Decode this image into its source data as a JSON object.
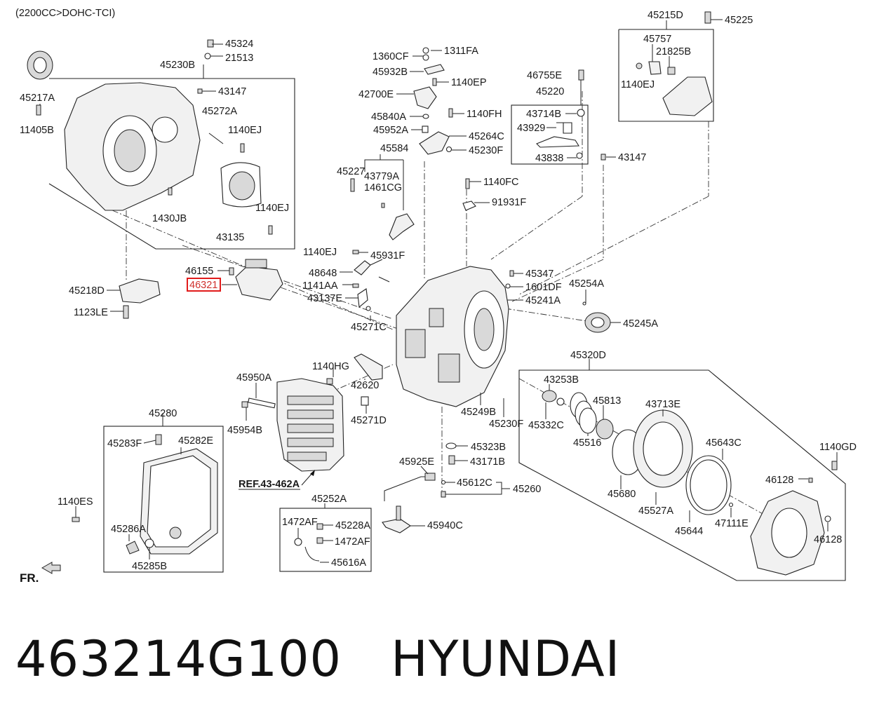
{
  "header": {
    "variant": "(2200CC>DOHC-TCI)",
    "direction": "FR."
  },
  "highlight": {
    "part": "46321",
    "color": "#e11b1b"
  },
  "labels": {
    "p45215D": "45215D",
    "p45225": "45225",
    "p45757": "45757",
    "p21825B": "21825B",
    "p1140EJ_a": "1140EJ",
    "p45324": "45324",
    "p21513": "21513",
    "p45230B": "45230B",
    "p43147_a": "43147",
    "p45217A": "45217A",
    "p11405B": "11405B",
    "p45272A": "45272A",
    "p1140EJ_b": "1140EJ",
    "p1140EJ_c": "1140EJ",
    "p1430JB": "1430JB",
    "p43135": "43135",
    "p1360CF": "1360CF",
    "p1311FA": "1311FA",
    "p45932B": "45932B",
    "p1140EP": "1140EP",
    "p42700E": "42700E",
    "p45840A": "45840A",
    "p1140FH": "1140FH",
    "p45952A": "45952A",
    "p45264C": "45264C",
    "p45584": "45584",
    "p45230F_a": "45230F",
    "p46755E": "46755E",
    "p45220": "45220",
    "p43714B": "43714B",
    "p43929": "43929",
    "p43838": "43838",
    "p43147_b": "43147",
    "p45227": "45227",
    "p43779A": "43779A",
    "p1461CG": "1461CG",
    "p1140FC": "1140FC",
    "p91931F": "91931F",
    "p1140EJ_d": "1140EJ",
    "p45931F": "45931F",
    "p46155": "46155",
    "p46321": "46321",
    "p48648": "48648",
    "p45347": "45347",
    "p45218D": "45218D",
    "p1141AA": "1141AA",
    "p1601DF": "1601DF",
    "p45254A": "45254A",
    "p43137E": "43137E",
    "p45241A": "45241A",
    "p1123LE": "1123LE",
    "p45271C": "45271C",
    "p45245A": "45245A",
    "p45320D": "45320D",
    "p1140HG": "1140HG",
    "p45950A": "45950A",
    "p42620": "42620",
    "p43253B": "43253B",
    "p45813": "45813",
    "p43713E": "43713E",
    "p45249B": "45249B",
    "p45332C": "45332C",
    "p45271D": "45271D",
    "p45230F_b": "45230F",
    "p45516": "45516",
    "p45954B": "45954B",
    "p45280": "45280",
    "p45643C": "45643C",
    "p45283F": "45283F",
    "p45282E": "45282E",
    "p45323B": "45323B",
    "p1140GD": "1140GD",
    "p45925E": "45925E",
    "p43171B": "43171B",
    "p46128_a": "46128",
    "pREF": "REF.43-462A",
    "p45612C": "45612C",
    "p45260": "45260",
    "p45680": "45680",
    "p45252A": "45252A",
    "p1140ES": "1140ES",
    "p45527A": "45527A",
    "p1472AF_a": "1472AF",
    "p45228A": "45228A",
    "p47111E": "47111E",
    "p45940C": "45940C",
    "p45286A": "45286A",
    "p45644": "45644",
    "p46128_b": "46128",
    "p1472AF_b": "1472AF",
    "p45285B": "45285B",
    "p45616A": "45616A"
  },
  "footer": {
    "part_number": "463214G100",
    "brand": "HYUNDAI"
  }
}
